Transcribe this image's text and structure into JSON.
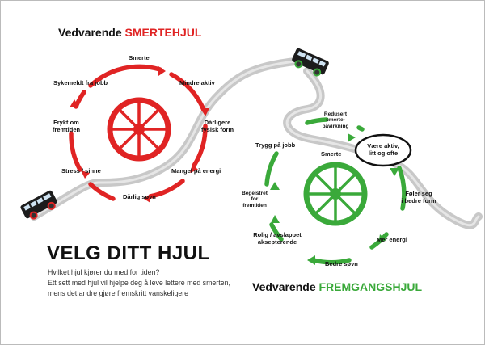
{
  "colors": {
    "red": "#e02424",
    "green": "#3aa93a",
    "road": "#c8c8c8"
  },
  "red_wheel": {
    "title_prefix": "Vedvarende ",
    "title_highlight": "SMERTEHJUL",
    "labels": {
      "top": "Smerte",
      "upper_right": "Mindre aktiv",
      "right_line1": "Dårligere",
      "right_line2": "fysisk form",
      "lower_right": "Mangel på energi",
      "bottom": "Dårlig søvn",
      "lower_left": "Stress / sinne",
      "left_line1": "Frykt om",
      "left_line2": "fremtiden",
      "upper_left": "Sykemeldt fra jobb"
    }
  },
  "green_wheel": {
    "title_prefix": "Vedvarende ",
    "title_highlight": "FREMGANGSHJUL",
    "labels": {
      "top_line1": "Redusert",
      "top_line2": "smerte-",
      "top_line3": "påvirkning",
      "inner": "Smerte",
      "badge_line1": "Være aktiv,",
      "badge_line2": "litt og ofte",
      "upper_left": "Trygg på jobb",
      "right_line1": "Føler seg",
      "right_line2": "i bedre form",
      "lower_right": "Mer energi",
      "bottom": "Bedre søvn",
      "lower_left_line1": "Rolig / avslappet",
      "lower_left_line2": "aksepterende",
      "left_line1": "Begeistret",
      "left_line2": "for",
      "left_line3": "fremtiden"
    }
  },
  "headline": "VELG DITT HJUL",
  "subtext": {
    "line1": "Hvilket hjul kjører du med for tiden?",
    "line2": "Ett sett med hjul vil hjelpe deg å leve lettere med smerten,",
    "line3": "mens det andre gjøre fremskritt vanskeligere"
  },
  "icons": [
    "road",
    "bus-icon",
    "red-wheel-icon",
    "green-wheel-icon",
    "arrow-icon"
  ]
}
